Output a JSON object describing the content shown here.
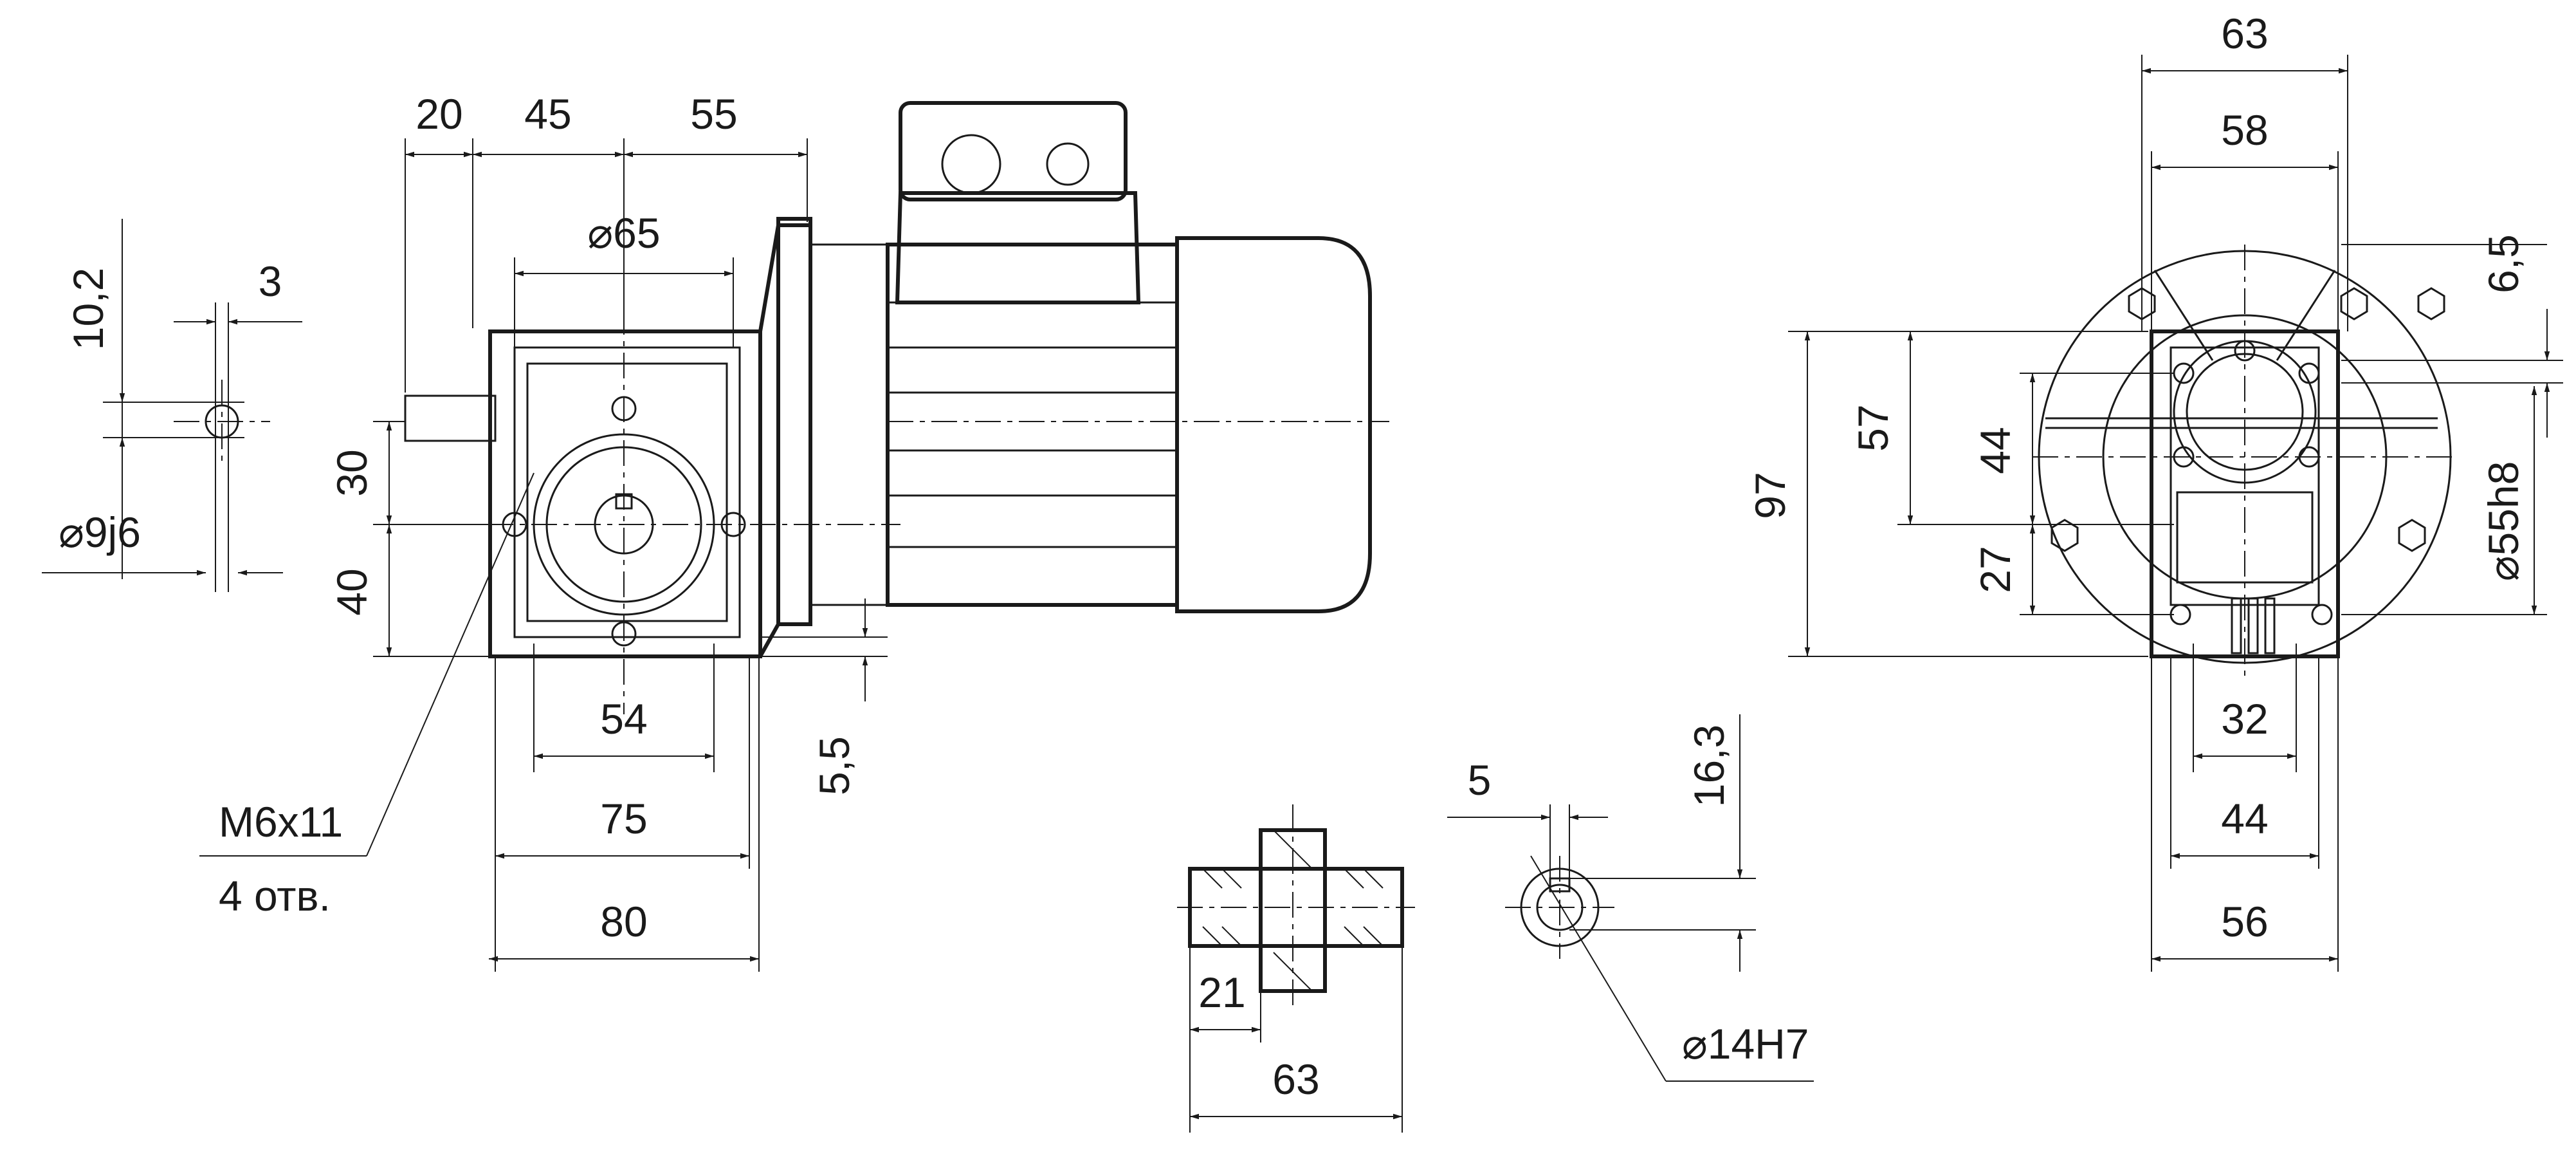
{
  "colors": {
    "line": "#1a1a1a",
    "background": "#ffffff"
  },
  "side_view": {
    "dims": {
      "d20": "20",
      "d45": "45",
      "d55": "55",
      "phi65": "⌀65",
      "d30": "30",
      "d40": "40",
      "d54": "54",
      "d75": "75",
      "d80": "80",
      "d5_5": "5,5"
    },
    "thread_note": {
      "line1": "M6x11",
      "line2": "4 отв."
    }
  },
  "shaft_detail": {
    "d10_2": "10,2",
    "d3": "3",
    "phi9j6": "⌀9j6"
  },
  "bore_section": {
    "d21": "21",
    "d63": "63"
  },
  "bore_detail": {
    "d5": "5",
    "d16_3": "16,3",
    "phi14H7": "⌀14H7"
  },
  "front_view": {
    "dims": {
      "d63": "63",
      "d58": "58",
      "d6_5": "6,5",
      "d97": "97",
      "d57": "57",
      "d44v": "44",
      "d27": "27",
      "phi55h8": "⌀55h8",
      "d32": "32",
      "d44h": "44",
      "d56": "56"
    }
  }
}
